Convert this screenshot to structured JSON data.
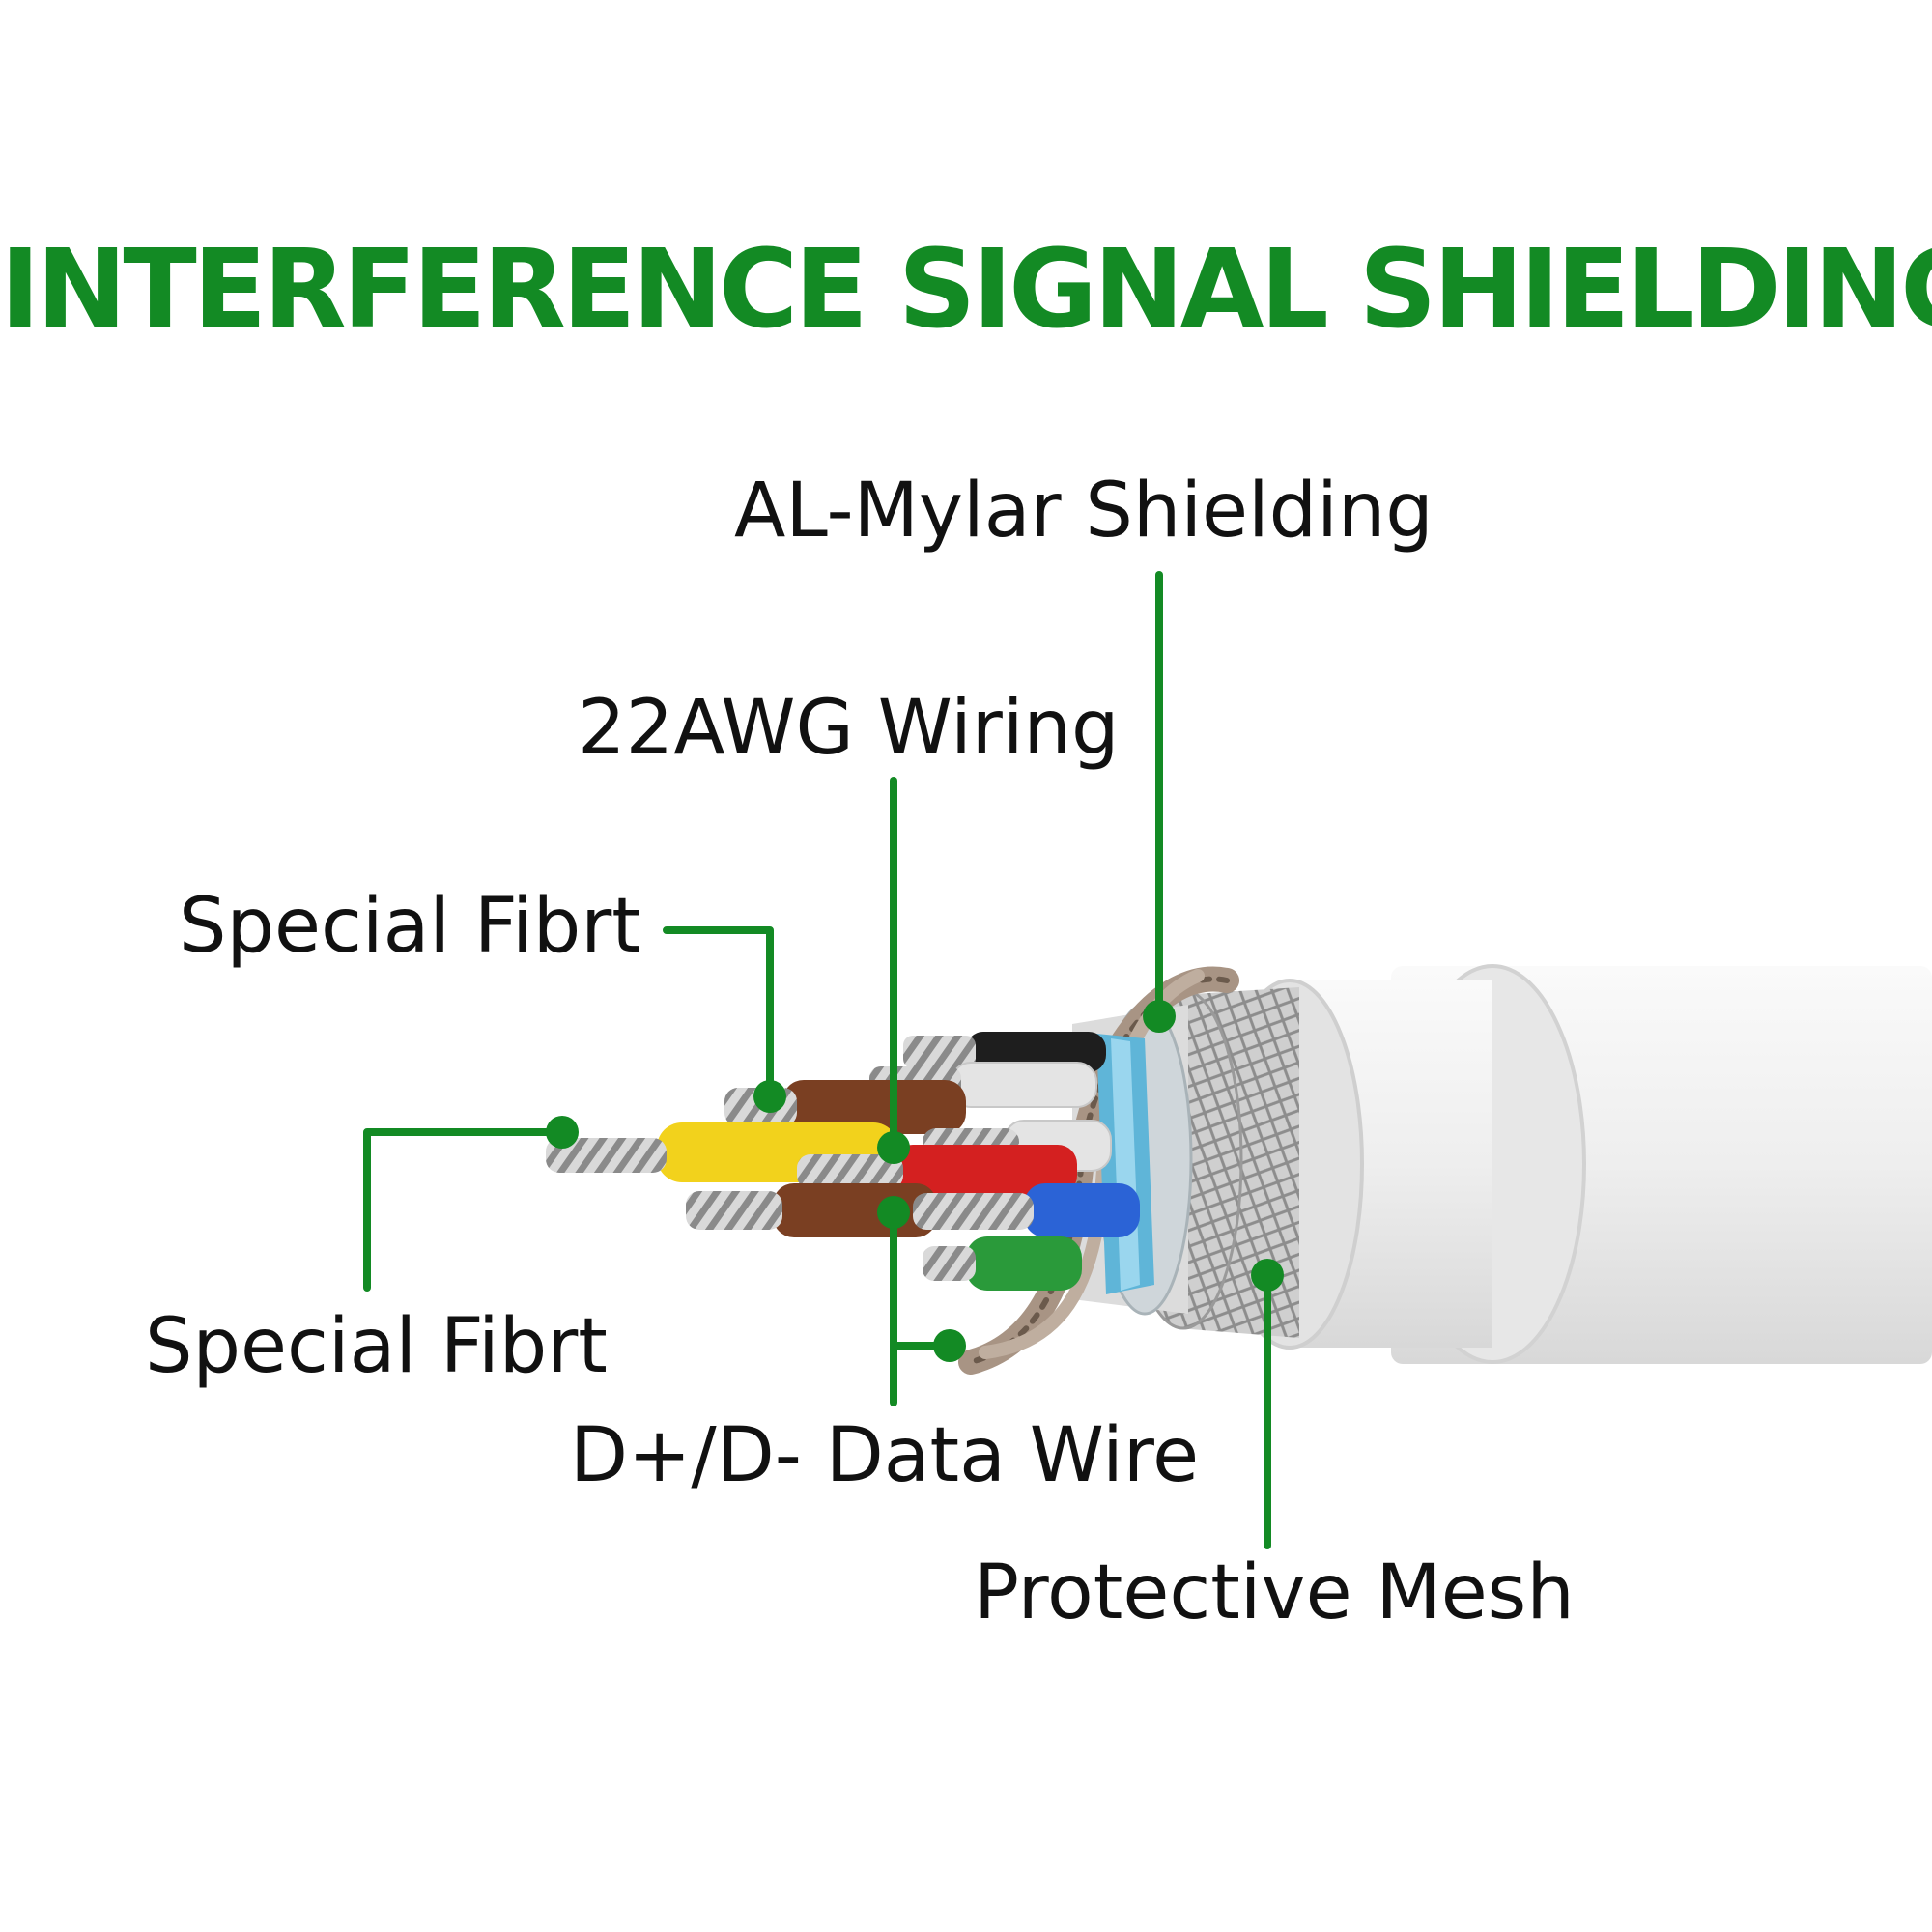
{
  "title": "INTERFERENCE SIGNAL SHIELDING",
  "labels": {
    "al_mylar": "AL-Mylar Shielding",
    "awg_wiring": "22AWG Wiring",
    "special_fibrt_top": "Special Fibrt",
    "special_fibrt_bottom": "Special Fibrt",
    "data_wire": "D+/D- Data Wire",
    "protective_mesh": "Protective Mesh"
  },
  "colors": {
    "accent": "#138a24",
    "text": "#111111",
    "jacket": "#f0f0f0",
    "wire_yellow": "#f2d21c",
    "wire_red": "#d42020",
    "wire_blue": "#2b63d6",
    "wire_green": "#2a9a3a",
    "wire_brown": "#7a3f22",
    "wire_black": "#1e1e1e",
    "wire_white": "#e4e4e4",
    "foil_blue": "#5fb5d8",
    "braid": "#a89484",
    "mesh": "#bdbdbd"
  }
}
